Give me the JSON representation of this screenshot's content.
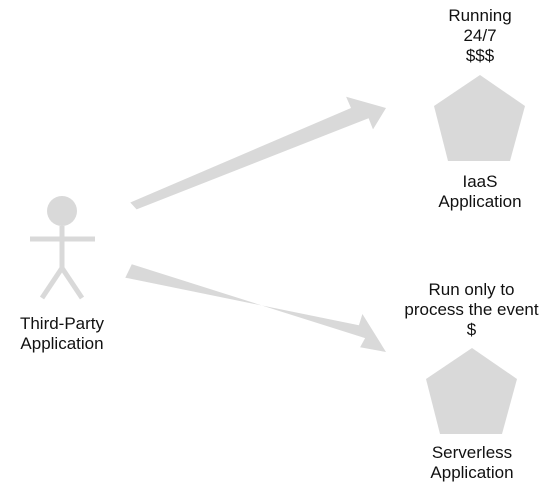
{
  "actor": {
    "name_line1": "Third-Party",
    "name_line2": "Application"
  },
  "iaas": {
    "note_line1": "Running",
    "note_line2": "24/7",
    "note_line3": "$$$",
    "name_line1": "IaaS",
    "name_line2": "Application"
  },
  "serverless": {
    "note_line1": "Run only to",
    "note_line2": "process the event",
    "note_line3": "$",
    "name_line1": "Serverless",
    "name_line2": "Application"
  },
  "colors": {
    "shape_fill": "#d9d9d9",
    "text": "#111111"
  },
  "icons": {
    "actor": "stick-figure-icon",
    "component": "pentagon-icon",
    "connector": "arrow-icon"
  }
}
